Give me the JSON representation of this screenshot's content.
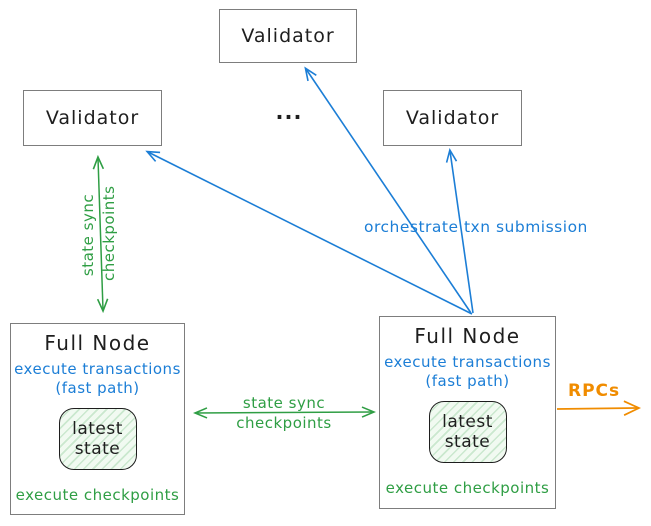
{
  "diagram": {
    "validators": {
      "top": "Validator",
      "left": "Validator",
      "right": "Validator"
    },
    "ellipsis": "...",
    "full_nodes": {
      "left": {
        "title": "Full Node",
        "blue_line1": "execute transactions",
        "blue_line2": "(fast path)",
        "state_line1": "latest",
        "state_line2": "state",
        "footer": "execute checkpoints"
      },
      "right": {
        "title": "Full Node",
        "blue_line1": "execute transactions",
        "blue_line2": "(fast path)",
        "state_line1": "latest",
        "state_line2": "state",
        "footer": "execute checkpoints"
      }
    },
    "edge_labels": {
      "validator_fullnode_sync_line1": "state sync",
      "validator_fullnode_sync_line2": "checkpoints",
      "fullnode_fullnode_sync_line1": "state sync",
      "fullnode_fullnode_sync_line2": "checkpoints",
      "orchestrate": "orchestrate txn submission",
      "rpcs": "RPCs"
    },
    "colors": {
      "blue": "#1c7ed6",
      "green": "#2f9e44",
      "orange": "#f08c00",
      "ink": "#1e1e1e",
      "box_border": "#7d7d7d",
      "state_fill": "#f1faf1"
    }
  }
}
